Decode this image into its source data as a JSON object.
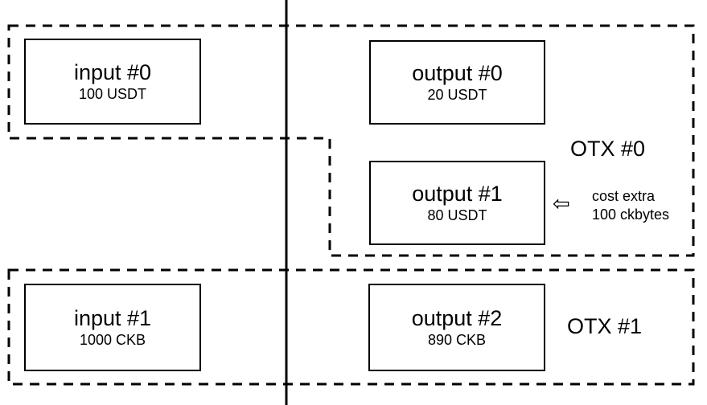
{
  "diagram": {
    "title": "Open Transaction (OTX) input/output merge diagram",
    "divider_label": "inputs-outputs-divider",
    "colors": {
      "stroke": "#000000",
      "background": "#ffffff",
      "dashed_group": "#000000"
    },
    "cells": [
      {
        "id": "input-0",
        "title": "input #0",
        "amount": "100 USDT",
        "side": "input",
        "group": "OTX #0"
      },
      {
        "id": "output-0",
        "title": "output #0",
        "amount": "20 USDT",
        "side": "output",
        "group": "OTX #0"
      },
      {
        "id": "output-1",
        "title": "output #1",
        "amount": "80 USDT",
        "side": "output",
        "group": "OTX #0"
      },
      {
        "id": "input-1",
        "title": "input #1",
        "amount": "1000 CKB",
        "side": "input",
        "group": "OTX #1"
      },
      {
        "id": "output-2",
        "title": "output #2",
        "amount": "890 CKB",
        "side": "output",
        "group": "OTX #1"
      }
    ],
    "groups": [
      {
        "id": "otx-0",
        "label": "OTX #0"
      },
      {
        "id": "otx-1",
        "label": "OTX #1"
      }
    ],
    "annotation": {
      "arrow": "⇦",
      "arrow_icon_name": "left-arrow-icon",
      "line1": "cost extra",
      "line2": "100 ckbytes"
    }
  }
}
